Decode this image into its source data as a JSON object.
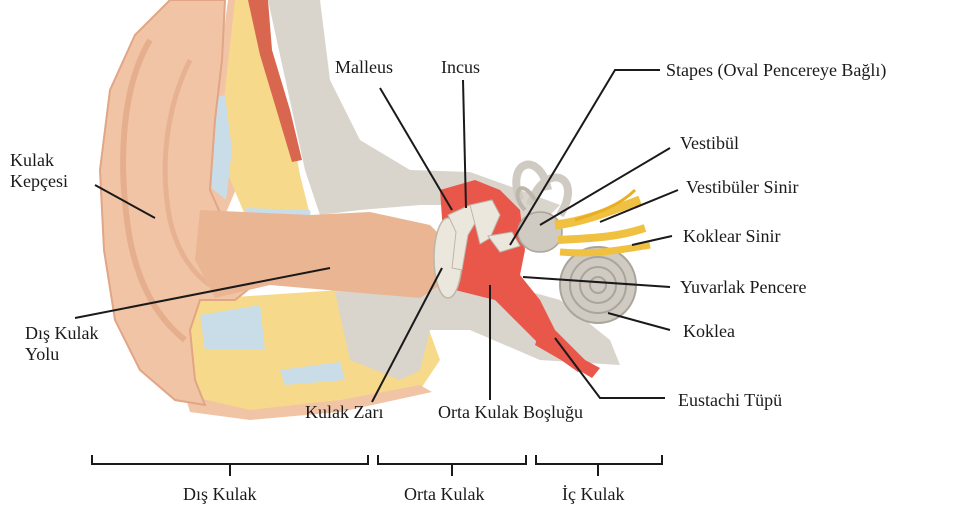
{
  "labels": {
    "kulak_kepcesi": [
      "Kulak",
      "Kepçesi"
    ],
    "malleus": "Malleus",
    "incus": "Incus",
    "stapes": "Stapes (Oval Pencereye Bağlı)",
    "vestibul": "Vestibül",
    "vestibuler_sinir": "Vestibüler Sinir",
    "koklear_sinir": "Koklear Sinir",
    "yuvarlak_pencere": "Yuvarlak Pencere",
    "koklea": "Koklea",
    "dis_kulak_yolu": [
      "Dış Kulak",
      "Yolu"
    ],
    "kulak_zari": "Kulak Zarı",
    "orta_kulak_boslugu": "Orta Kulak Boşluğu",
    "eustachi_tupu": "Eustachi Tüpü"
  },
  "regions": {
    "dis_kulak": "Dış Kulak",
    "orta_kulak": "Orta Kulak",
    "ic_kulak": "İç Kulak"
  },
  "colors": {
    "skin": "#f2c4a6",
    "skin_dark": "#e0a685",
    "fat": "#f6d98a",
    "bone": "#d9d4cc",
    "cartilage": "#c9dde9",
    "muscle": "#d9674f",
    "middle_ear": "#e8574a",
    "ossicle": "#ece7dc",
    "nerve": "#f0c040",
    "cochlea": "#cfcac2"
  }
}
